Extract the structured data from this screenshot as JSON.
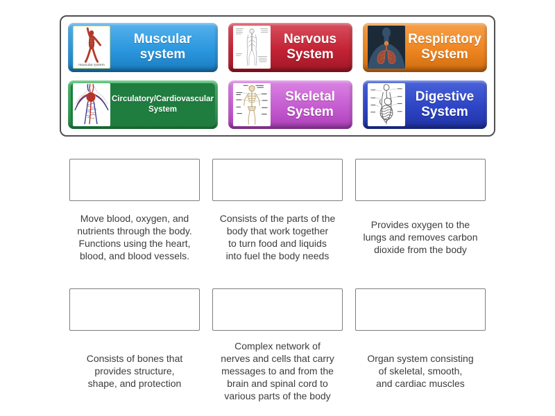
{
  "word_bank": {
    "tiles": [
      {
        "label": "Muscular\nsystem",
        "image": "muscular-system",
        "image_caption": "muscular system",
        "color": "#2b97de"
      },
      {
        "label": "Nervous\nSystem",
        "image": "nervous-system",
        "color": "#c32334"
      },
      {
        "label": "Respiratory\nSystem",
        "image": "respiratory-system",
        "color": "#ee8521"
      },
      {
        "label": "Circulatory/Cardiovascular\nSystem",
        "image": "circulatory-system",
        "color": "#2fa354"
      },
      {
        "label": "Skeletal\nSystem",
        "image": "skeletal-system",
        "color": "#c55cd0"
      },
      {
        "label": "Digestive\nSystem",
        "image": "digestive-system",
        "color": "#2d45c5"
      }
    ]
  },
  "match_slots": [
    {
      "description": "Move blood, oxygen, and\nnutrients through the body.\nFunctions using the heart,\nblood, and blood vessels."
    },
    {
      "description": "Consists of the parts of the\nbody that work together\nto turn food and liquids\ninto fuel the body needs"
    },
    {
      "description": "Provides oxygen to the\nlungs and removes carbon\ndioxide from the body"
    },
    {
      "description": "Consists of bones that\nprovides structure,\nshape, and protection"
    },
    {
      "description": "Complex network of\nnerves and cells that carry\nmessages to and from the\nbrain and spinal cord to\nvarious parts of the body"
    },
    {
      "description": "Organ system consisting\nof skeletal, smooth,\nand cardiac muscles"
    }
  ]
}
